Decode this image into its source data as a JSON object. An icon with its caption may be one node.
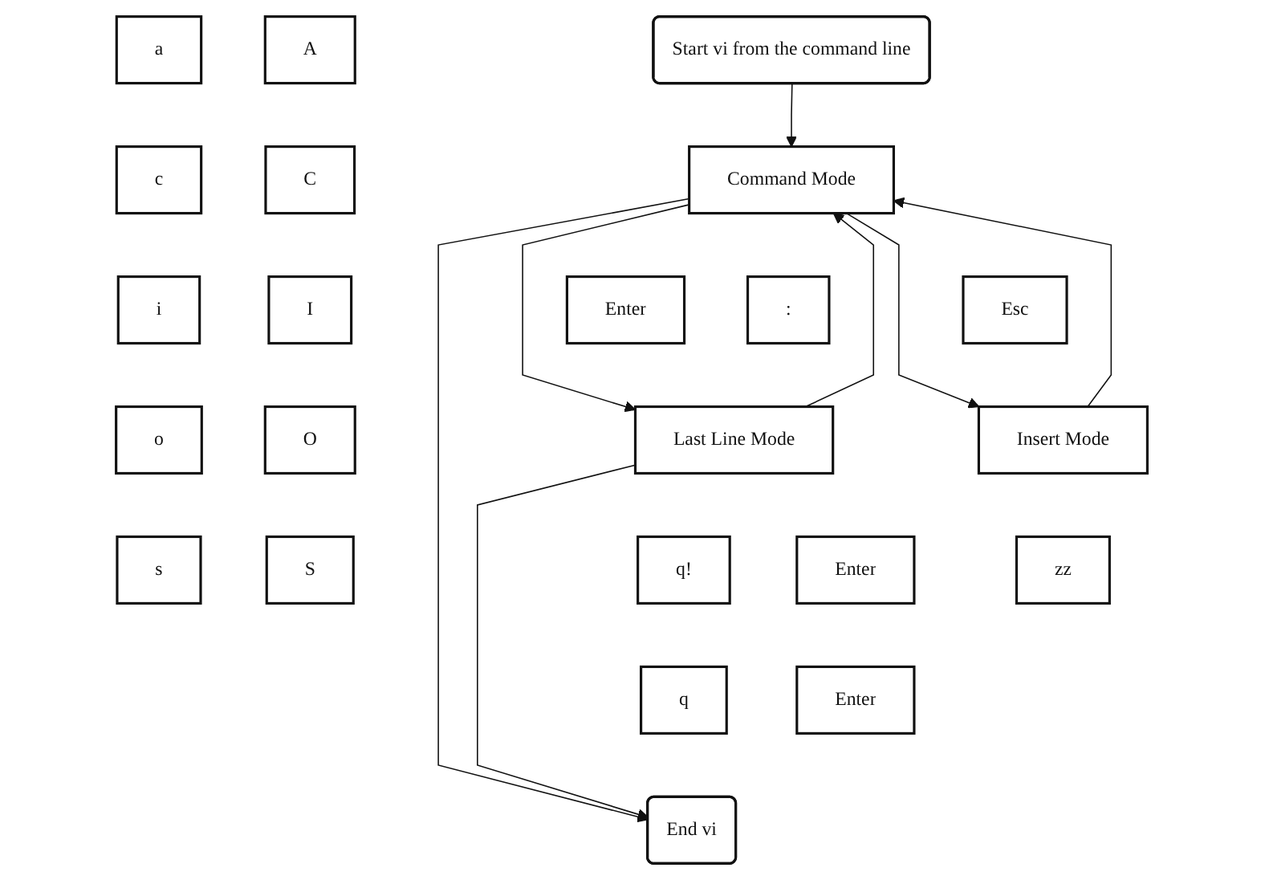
{
  "diagram": {
    "nodes": [
      {
        "text": [
          "Start vi from the command line"
        ]
      },
      {
        "text": [
          "Command Mode"
        ]
      },
      {
        "text": [
          "Enter"
        ]
      },
      {
        "text": [
          ":"
        ]
      },
      {
        "text": [
          "Esc"
        ]
      },
      {
        "text": [
          "a"
        ]
      },
      {
        "text": [
          "A"
        ]
      },
      {
        "text": [
          "c"
        ]
      },
      {
        "text": [
          "C"
        ]
      },
      {
        "text": [
          "i"
        ]
      },
      {
        "text": [
          "I"
        ]
      },
      {
        "text": [
          "o"
        ]
      },
      {
        "text": [
          "O"
        ]
      },
      {
        "text": [
          "s"
        ]
      },
      {
        "text": [
          "S"
        ]
      },
      {
        "text": [
          "Last Line Mode"
        ]
      },
      {
        "text": [
          "Insert Mode"
        ]
      },
      {
        "text": [
          "q!"
        ]
      },
      {
        "text": [
          "Enter"
        ]
      },
      {
        "text": [
          "q"
        ]
      },
      {
        "text": [
          "Enter"
        ]
      },
      {
        "text": [
          "zz"
        ]
      },
      {
        "text": [
          "End vi"
        ]
      }
    ],
    "edges": [
      {
        "from": 0,
        "to": 1,
        "arrow": "to"
      },
      {
        "from": 15,
        "to": 1,
        "arrow": "to"
      },
      {
        "from": 1,
        "to": 15,
        "arrow": "to"
      },
      {
        "from": 1,
        "to": 22,
        "arrow": "to"
      },
      {
        "from": 1,
        "to": 16,
        "arrow": "to"
      },
      {
        "from": 16,
        "to": 1,
        "arrow": "to"
      },
      {
        "from": 15,
        "to": 22,
        "arrow": "to"
      }
    ]
  }
}
